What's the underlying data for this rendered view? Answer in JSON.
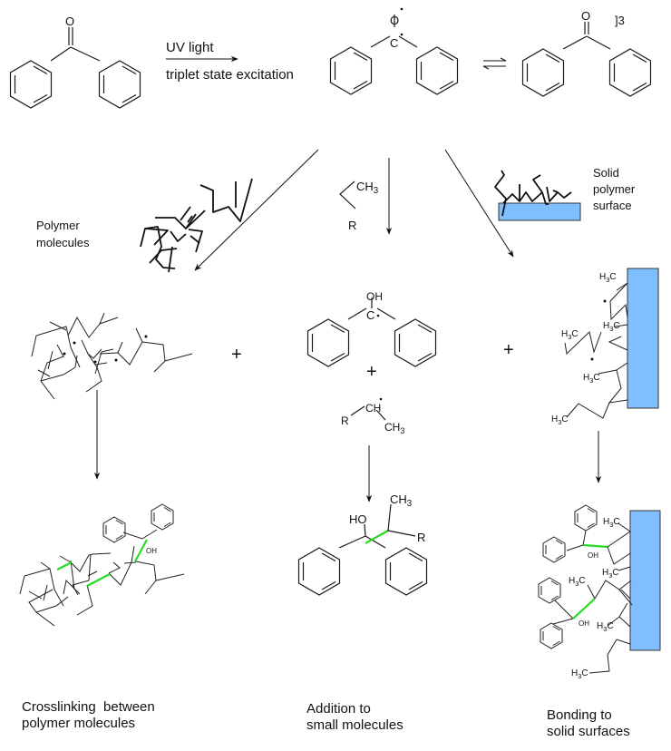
{
  "reaction": {
    "reagent_top": "UV light",
    "reagent_bottom": "triplet state excitation",
    "triplet_label": "]3",
    "atom_O": "O",
    "atom_C": "C",
    "radical_dot": "•",
    "equilibrium_symbol": "⇌"
  },
  "reactants": {
    "polymer_label_line1": "Polymer",
    "polymer_label_line2": "molecules",
    "small_molecule_ch3": "CH3",
    "small_molecule_r": "R",
    "solid_label_line1": "Solid",
    "solid_label_line2": "polymer",
    "solid_label_line3": "surface"
  },
  "intermediates": {
    "plus": "+",
    "oh": "OH",
    "ch_radical": "CH",
    "ch3": "CH3",
    "r": "R",
    "h3c": "H3C"
  },
  "products": {
    "oh": "OH",
    "ho": "HO",
    "ch3": "CH3",
    "r": "R",
    "h3c": "H3C"
  },
  "captions": {
    "crosslinking_line1": "Crosslinking  between",
    "crosslinking_line2": "polymer molecules",
    "addition_line1": "Addition to",
    "addition_line2": "small molecules",
    "bonding_line1": "Bonding to",
    "bonding_line2": "solid surfaces"
  },
  "colors": {
    "new_bond": "#22dd22",
    "surface": "#80bfff"
  }
}
